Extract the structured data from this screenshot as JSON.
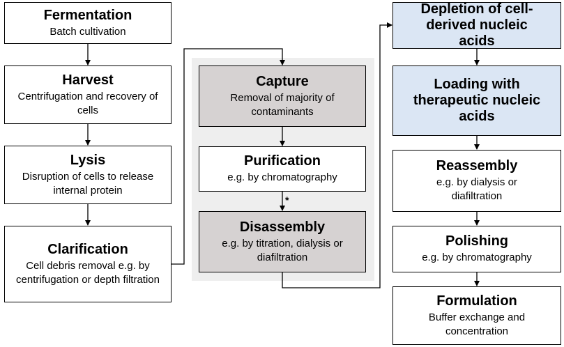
{
  "steps": {
    "fermentation": {
      "title": "Fermentation",
      "subtitle": "Batch cultivation"
    },
    "harvest": {
      "title": "Harvest",
      "subtitle": "Centrifugation and recovery of cells"
    },
    "lysis": {
      "title": "Lysis",
      "subtitle": "Disruption of cells to release internal protein"
    },
    "clarification": {
      "title": "Clarification",
      "subtitle": "Cell debris removal e.g. by centrifugation or depth filtration"
    },
    "capture": {
      "title": "Capture",
      "subtitle": "Removal of majority of contaminants"
    },
    "purification": {
      "title": "Purification",
      "subtitle": "e.g. by chromatography"
    },
    "disassembly": {
      "title": "Disassembly",
      "subtitle": "e.g. by titration, dialysis or diafiltration"
    },
    "depletion": {
      "title": "Depletion of cell-derived nucleic acids"
    },
    "loading": {
      "title": "Loading with therapeutic nucleic acids"
    },
    "reassembly": {
      "title": "Reassembly",
      "subtitle": "e.g. by dialysis or diafiltration"
    },
    "polishing": {
      "title": "Polishing",
      "subtitle": "e.g. by chromatography"
    },
    "formulation": {
      "title": "Formulation",
      "subtitle": "Buffer exchange and concentration"
    }
  },
  "annotations": {
    "optional_marker": "*"
  },
  "colors": {
    "grey_box": "#d6d2d2",
    "blue_box": "#dbe6f4",
    "panel": "#eeeeee",
    "border": "#000000"
  }
}
